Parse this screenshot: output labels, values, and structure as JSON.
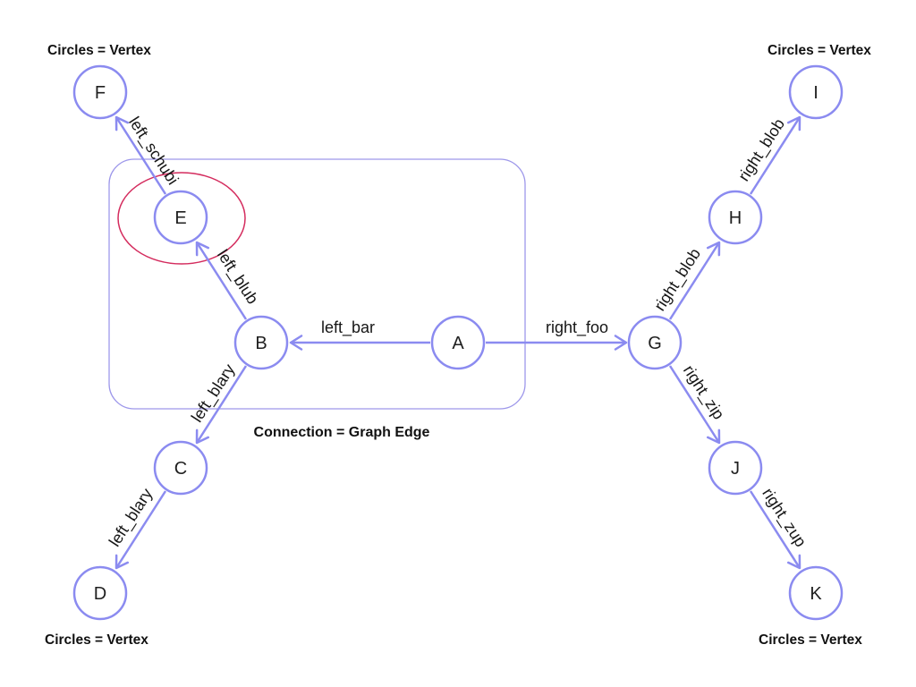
{
  "annotations": {
    "top_left": "Circles = Vertex",
    "top_right": "Circles = Vertex",
    "bottom_left": "Circles = Vertex",
    "bottom_right": "Circles = Vertex",
    "center": "Connection = Graph Edge"
  },
  "graph": {
    "nodes": [
      {
        "id": "A",
        "label": "A"
      },
      {
        "id": "B",
        "label": "B"
      },
      {
        "id": "C",
        "label": "C"
      },
      {
        "id": "D",
        "label": "D"
      },
      {
        "id": "E",
        "label": "E"
      },
      {
        "id": "F",
        "label": "F"
      },
      {
        "id": "G",
        "label": "G"
      },
      {
        "id": "H",
        "label": "H"
      },
      {
        "id": "I",
        "label": "I"
      },
      {
        "id": "J",
        "label": "J"
      },
      {
        "id": "K",
        "label": "K"
      }
    ],
    "edges": [
      {
        "from": "A",
        "to": "B",
        "label": "left_bar"
      },
      {
        "from": "A",
        "to": "G",
        "label": "right_foo"
      },
      {
        "from": "B",
        "to": "E",
        "label": "left_blub"
      },
      {
        "from": "E",
        "to": "F",
        "label": "left_schubi"
      },
      {
        "from": "B",
        "to": "C",
        "label": "left_blary"
      },
      {
        "from": "C",
        "to": "D",
        "label": "left_blary"
      },
      {
        "from": "G",
        "to": "H",
        "label": "right_blob"
      },
      {
        "from": "H",
        "to": "I",
        "label": "right_blob"
      },
      {
        "from": "G",
        "to": "J",
        "label": "right_zip"
      },
      {
        "from": "J",
        "to": "K",
        "label": "right_zup"
      }
    ]
  },
  "colors": {
    "edge_stroke": "#8b8bf0",
    "node_stroke": "#8b8bf0",
    "group_box_stroke": "#9d97ea",
    "highlight_ellipse_stroke": "#d42c5e",
    "text": "#111111",
    "background": "#ffffff"
  }
}
